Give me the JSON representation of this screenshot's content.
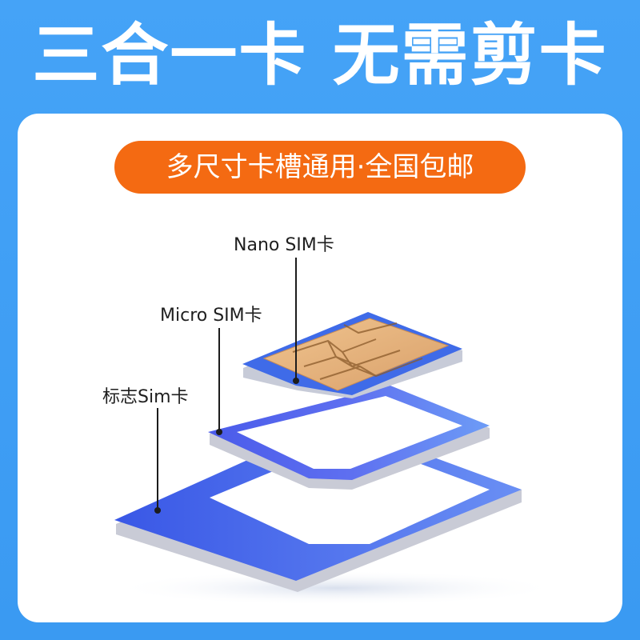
{
  "headline": "三合一卡 无需剪卡",
  "badge": "多尺寸卡槽通用·全国包邮",
  "labels": {
    "nano": "Nano SIM卡",
    "micro": "Micro SIM卡",
    "standard": "标志Sim卡"
  },
  "colors": {
    "background": "#3f9ef4",
    "badge": "#f46a12",
    "card_blue": "#3d63ea",
    "chip_gold": "#e3b27c"
  }
}
